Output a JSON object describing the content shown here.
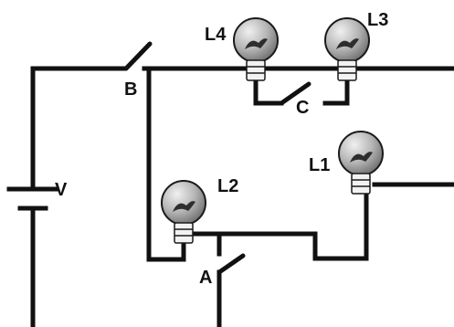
{
  "labels": {
    "voltage": "V",
    "switch_a": "A",
    "switch_b": "B",
    "switch_c": "C",
    "lamp_1": "L1",
    "lamp_2": "L2",
    "lamp_3": "L3",
    "lamp_4": "L4"
  },
  "colors": {
    "wire": "#111111",
    "background": "#ffffff",
    "bulb_glass_light": "#f0f0f0",
    "bulb_glass_dark": "#6e6e6e"
  }
}
